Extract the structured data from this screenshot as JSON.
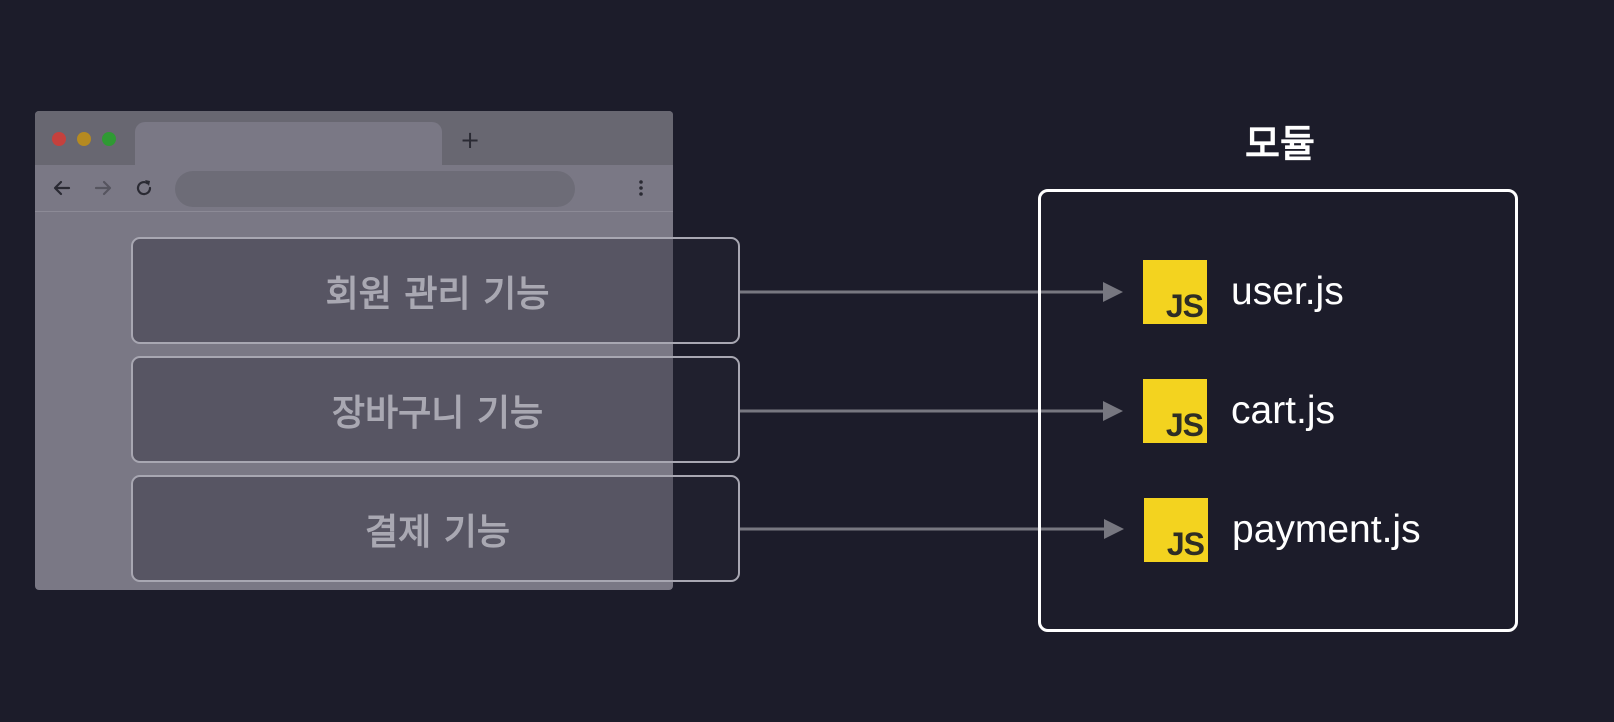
{
  "browser": {
    "new_tab_symbol": "+",
    "controls": {
      "back": "back-arrow-icon",
      "forward": "forward-arrow-icon",
      "reload": "reload-icon",
      "menu": "more-vertical-icon"
    }
  },
  "features": [
    {
      "label": "회원 관리 기능"
    },
    {
      "label": "장바구니 기능"
    },
    {
      "label": "결제 기능"
    }
  ],
  "modules": {
    "title": "모듈",
    "files": [
      {
        "badge": "JS",
        "name": "user.js"
      },
      {
        "badge": "JS",
        "name": "cart.js"
      },
      {
        "badge": "JS",
        "name": "payment.js"
      }
    ]
  },
  "colors": {
    "background": "#1c1c2a",
    "browser_chrome": "#686771",
    "browser_body": "#7a7885",
    "js_badge": "#f3d31f",
    "arrow": "#777780",
    "module_border": "#ffffff"
  }
}
